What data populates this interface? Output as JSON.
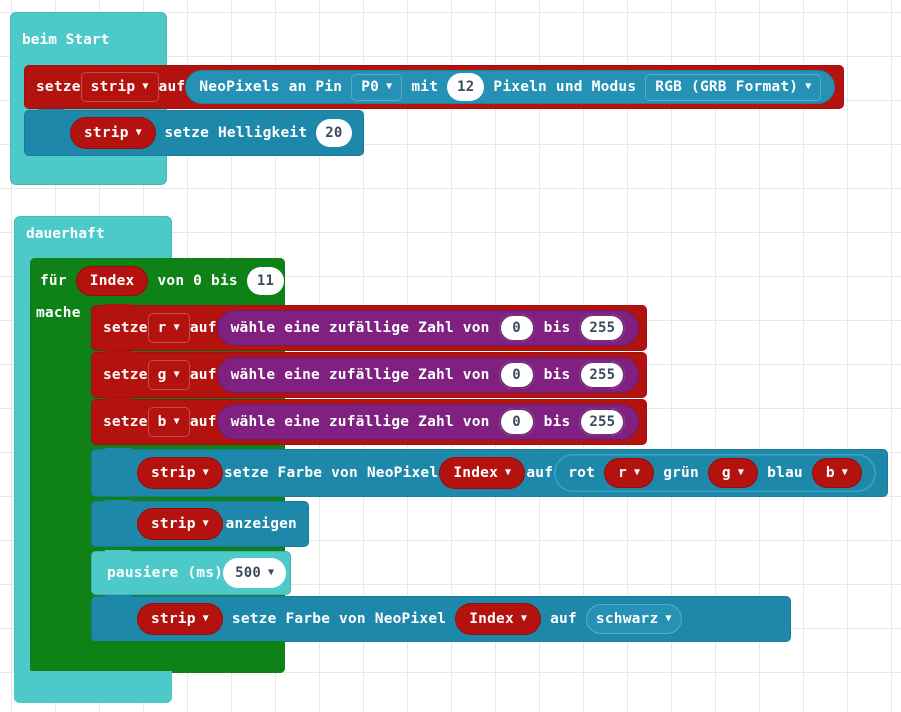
{
  "workspace": {
    "background": "#ffffff",
    "grid_color": "#e8e8e8"
  },
  "palette": {
    "event_teal": "#4ec9c9",
    "variable_red": "#b3120f",
    "neopixel_blue": "#1e88ab",
    "loop_green": "#0e8217",
    "math_purple": "#802080",
    "basic_teal": "#4ec9c9"
  },
  "programs": [
    {
      "id": "on-start",
      "hat_label": "beim Start",
      "blocks": [
        {
          "id": "set-strip",
          "kind": "variable-set",
          "prefix": "setze",
          "variable": "strip",
          "middle": "auf",
          "value": {
            "kind": "neopixel-create",
            "text_1": "NeoPixels an Pin",
            "pin": "P0",
            "text_2": "mit",
            "count": "12",
            "text_3": "Pixeln und Modus",
            "mode": "RGB (GRB Format)"
          }
        },
        {
          "id": "set-brightness",
          "kind": "neopixel-call",
          "target": "strip",
          "text_1": "setze Helligkeit",
          "brightness": "20"
        }
      ]
    },
    {
      "id": "forever",
      "hat_label": "dauerhaft",
      "loop": {
        "id": "for-loop",
        "prefix": "für",
        "index_var": "Index",
        "text_from": "von 0 bis",
        "to_value": "11",
        "do_label": "mache",
        "body": [
          {
            "id": "set-r",
            "kind": "variable-set",
            "prefix": "setze",
            "variable": "r",
            "middle": "auf",
            "random": {
              "text_1": "wähle eine zufällige Zahl von",
              "min": "0",
              "text_2": "bis",
              "max": "255"
            }
          },
          {
            "id": "set-g",
            "kind": "variable-set",
            "prefix": "setze",
            "variable": "g",
            "middle": "auf",
            "random": {
              "text_1": "wähle eine zufällige Zahl von",
              "min": "0",
              "text_2": "bis",
              "max": "255"
            }
          },
          {
            "id": "set-b",
            "kind": "variable-set",
            "prefix": "setze",
            "variable": "b",
            "middle": "auf",
            "random": {
              "text_1": "wähle eine zufällige Zahl von",
              "min": "0",
              "text_2": "bis",
              "max": "255"
            }
          },
          {
            "id": "set-pixel-color-rgb",
            "kind": "neopixel-call",
            "target": "strip",
            "text_1": "setze Farbe von NeoPixel",
            "pixel_index": "Index",
            "text_2": "auf",
            "color": {
              "label_red": "rot",
              "red_var": "r",
              "label_green": "grün",
              "green_var": "g",
              "label_blue": "blau",
              "blue_var": "b"
            }
          },
          {
            "id": "show",
            "kind": "neopixel-call",
            "target": "strip",
            "text_1": "anzeigen"
          },
          {
            "id": "pause",
            "kind": "basic-pause",
            "text_1": "pausiere (ms)",
            "duration": "500"
          },
          {
            "id": "set-pixel-color-black",
            "kind": "neopixel-call",
            "target": "strip",
            "text_1": "setze Farbe von NeoPixel",
            "pixel_index": "Index",
            "text_2": "auf",
            "color_name": "schwarz"
          }
        ]
      }
    }
  ],
  "icons": {
    "dropdown": "▼"
  }
}
